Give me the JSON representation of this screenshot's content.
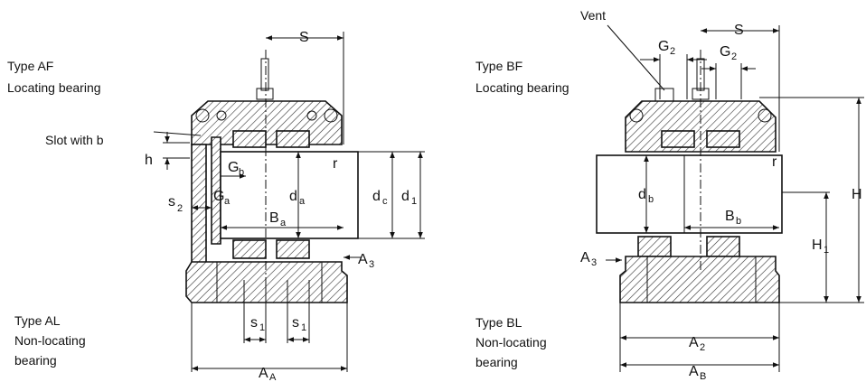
{
  "left": {
    "type_af": "Type AF",
    "locating_af": "Locating bearing",
    "slot": "Slot with b",
    "type_al": "Type AL",
    "nonlocating_al_1": "Non-locating",
    "nonlocating_al_2": "bearing",
    "dims": {
      "S": "S",
      "h": "h",
      "G_main": "G",
      "G_b_sub": "b",
      "G_a_main": "G",
      "G_a_sub": "a",
      "s2_main": "s",
      "s2_sub": "2",
      "d_a_main": "d",
      "d_a_sub": "a",
      "B_a_main": "B",
      "B_a_sub": "a",
      "d_c_main": "d",
      "d_c_sub": "c",
      "d_1_main": "d",
      "d_1_sub": "1",
      "r": "r",
      "A3_main": "A",
      "A3_sub": "3",
      "s1a_main": "s",
      "s1a_sub": "1",
      "s1b_main": "s",
      "s1b_sub": "1",
      "AA_main": "A",
      "AA_sub": "A"
    }
  },
  "right": {
    "vent": "Vent",
    "type_bf": "Type BF",
    "locating_bf": "Locating bearing",
    "type_bl": "Type BL",
    "nonlocating_bl_1": "Non-locating",
    "nonlocating_bl_2": "bearing",
    "dims": {
      "S": "S",
      "G2a_main": "G",
      "G2a_sub": "2",
      "G2b_main": "G",
      "G2b_sub": "2",
      "d_b_main": "d",
      "d_b_sub": "b",
      "B_b_main": "B",
      "B_b_sub": "b",
      "r": "r",
      "H": "H",
      "H1_main": "H",
      "H1_sub": "1",
      "A3_main": "A",
      "A3_sub": "3",
      "A2_main": "A",
      "A2_sub": "2",
      "AB_main": "A",
      "AB_sub": "B"
    }
  }
}
